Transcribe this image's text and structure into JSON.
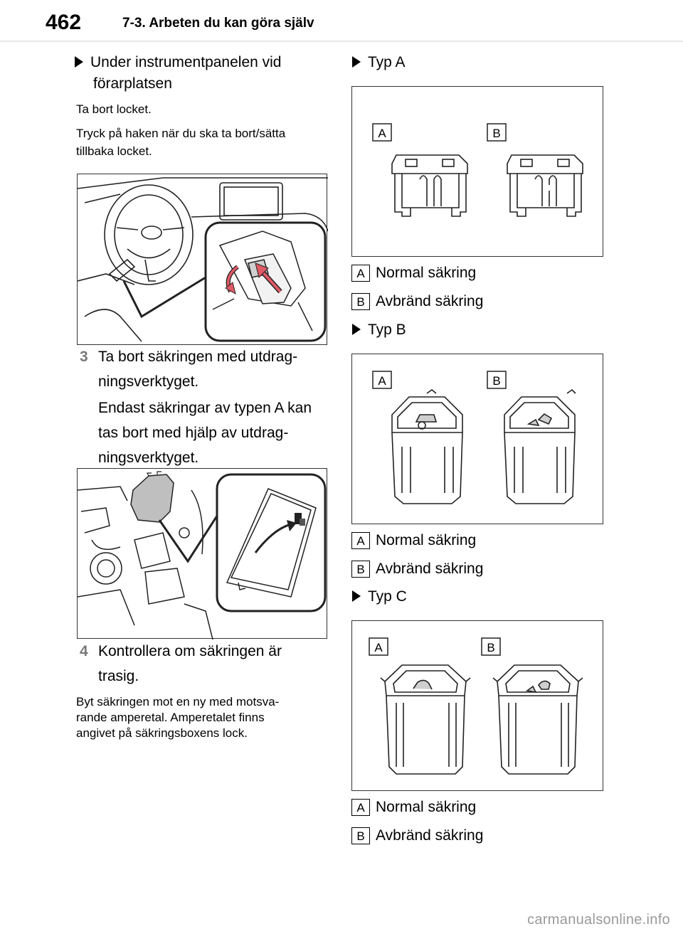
{
  "header": {
    "page_number": "462",
    "section_title": "7-3. Arbeten du kan göra själv"
  },
  "left": {
    "bullet_1": "Under instrumentpanelen vid",
    "bullet_1_cont": "förarplatsen",
    "para_1": "Ta bort locket.",
    "para_2a": "Tryck på haken när du ska ta bort/sätta",
    "para_2b": "tillbaka locket.",
    "step_3_num": "3",
    "step_3_lines": [
      "Ta bort säkringen med utdrag-",
      "ningsverktyget.",
      "Endast säkringar av typen A kan",
      "tas bort med hjälp av utdrag-",
      "ningsverktyget."
    ],
    "step_4_num": "4",
    "step_4_lines": [
      "Kontrollera om säkringen är",
      "trasig."
    ],
    "para_3_lines": [
      "Byt säkringen mot en ny med motsva-",
      "rande amperetal. Amperetalet finns",
      "angivet på säkringsboxens lock."
    ]
  },
  "right": {
    "type_a": "Typ A",
    "type_b": "Typ B",
    "type_c": "Typ C",
    "label_a": "A",
    "label_b": "B",
    "normal": "Normal säkring",
    "blown": "Avbränd säkring"
  },
  "footer": {
    "url": "carmanualsonline.info"
  }
}
